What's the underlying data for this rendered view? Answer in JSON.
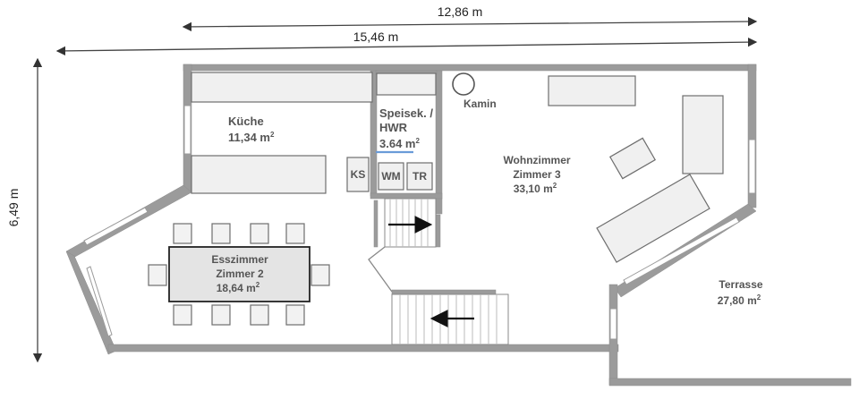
{
  "dimensions": {
    "top_width": "12,86 m",
    "total_width": "15,46 m",
    "height": "6,49 m"
  },
  "rooms": {
    "kitchen": {
      "name": "Küche",
      "area": "11,34 m",
      "unit_sup": "2"
    },
    "pantry": {
      "name_line1": "Speisek. /",
      "name_line2": "HWR",
      "area": "3.64 m",
      "unit_sup": "2"
    },
    "living": {
      "name_line1": "Wohnzimmer",
      "name_line2": "Zimmer 3",
      "area": "33,10 m",
      "unit_sup": "2"
    },
    "dining": {
      "name_line1": "Esszimmer",
      "name_line2": "Zimmer 2",
      "area": "18,64 m",
      "unit_sup": "2"
    },
    "terrace": {
      "name": "Terrasse",
      "area": "27,80 m",
      "unit_sup": "2"
    }
  },
  "fixtures": {
    "fireplace": "Kamin",
    "fridge": "KS",
    "washer": "WM",
    "dryer": "TR"
  },
  "colors": {
    "wall": "#9b9b9b",
    "accent_line": "#6a9bd8"
  }
}
